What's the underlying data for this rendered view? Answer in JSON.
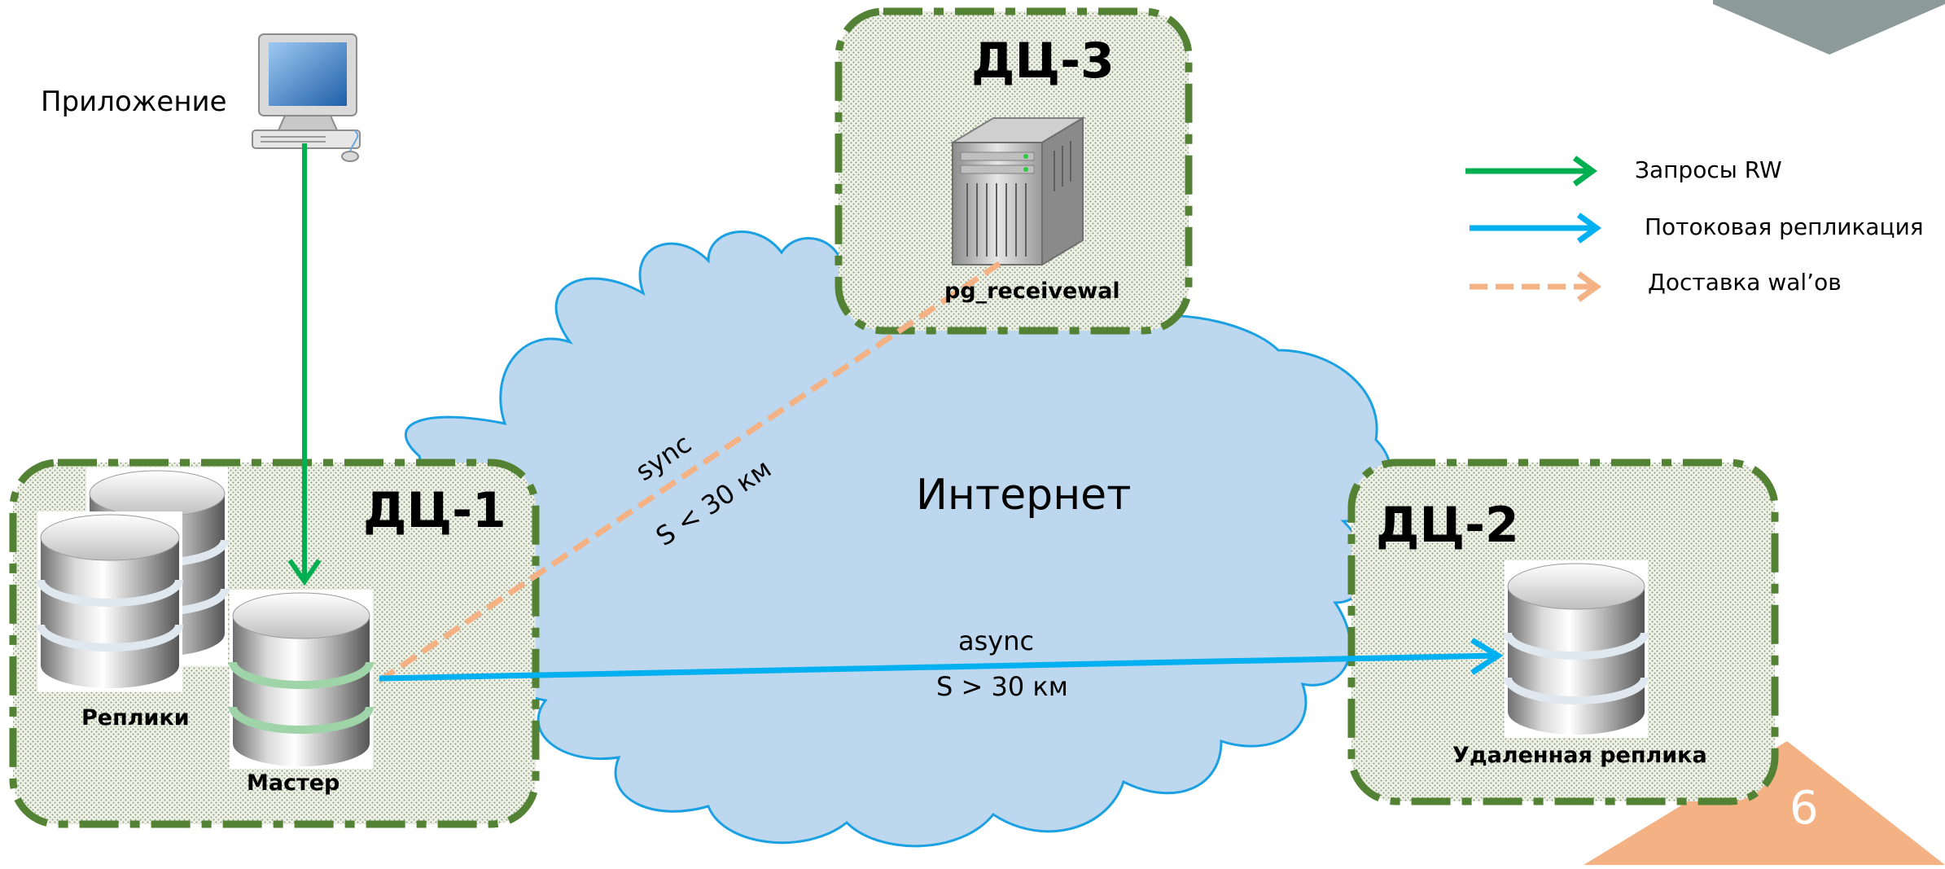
{
  "diagram": {
    "app_label": "Приложение",
    "internet_label": "Интернет",
    "dc1": {
      "title": "ДЦ-1",
      "replicas_label": "Реплики",
      "master_label": "Мастер"
    },
    "dc2": {
      "title": "ДЦ-2",
      "remote_replica_label": "Удаленная реплика"
    },
    "dc3": {
      "title": "ДЦ-3",
      "server_label": "pg_receivewal"
    },
    "sync_link": {
      "mode": "sync",
      "distance": "S < 30 км"
    },
    "async_link": {
      "mode": "async",
      "distance": "S > 30 км"
    },
    "legend": [
      {
        "label": "Запросы RW",
        "style": "solid",
        "color": "#00b050"
      },
      {
        "label": "Потоковая репликация",
        "style": "solid",
        "color": "#00b0f0"
      },
      {
        "label": "Доставка wal’ов",
        "style": "dashed",
        "color": "#f4b183"
      }
    ],
    "page_number": "6"
  },
  "colors": {
    "dc_border": "#548235",
    "cloud_fill": "#bdd7ee",
    "cloud_stroke": "#1ba1e2",
    "corner_top": "#8c9a9a",
    "corner_bottom": "#f4b183",
    "rw_arrow": "#00b050",
    "stream_arrow": "#00b0f0",
    "wal_arrow": "#f4b183"
  }
}
